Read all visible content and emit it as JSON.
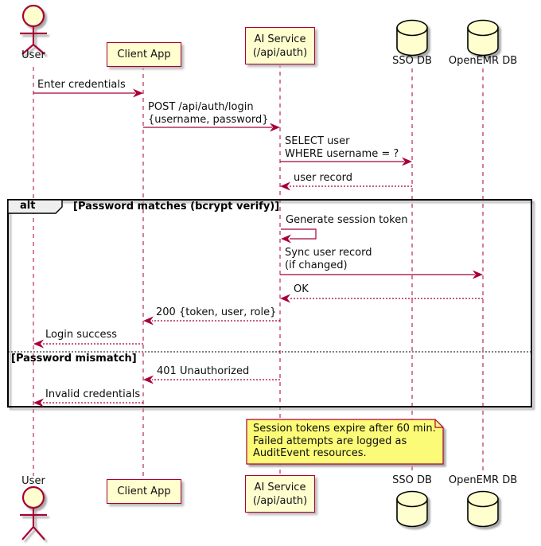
{
  "diagram_type": "uml-sequence-diagram",
  "colors": {
    "accent": "#A80036",
    "participant_fill": "#FEFECE",
    "note_fill": "#FBFB77",
    "fragment_label_fill": "#EEEEEE",
    "frame_border": "#000000"
  },
  "participants": {
    "user": {
      "label": "User",
      "type": "actor"
    },
    "client": {
      "label": "Client App",
      "type": "participant"
    },
    "ai": {
      "label": "AI Service\n(/api/auth)",
      "type": "participant"
    },
    "sso": {
      "label": "SSO DB",
      "type": "database"
    },
    "emr": {
      "label": "OpenEMR DB",
      "type": "database"
    }
  },
  "fragment": {
    "operator": "alt",
    "condition_match": "[Password matches (bcrypt verify)]",
    "condition_mismatch": "[Password mismatch]"
  },
  "messages": {
    "enter_credentials": "Enter credentials",
    "post_login": "POST /api/auth/login\n{username, password}",
    "select_user": "SELECT user\nWHERE username = ?",
    "user_record": "user record",
    "generate_token": "Generate session token",
    "sync_user": "Sync user record\n(if changed)",
    "ok": "OK",
    "response_200": "200 {token, user, role}",
    "login_success": "Login success",
    "response_401": "401 Unauthorized",
    "invalid_credentials": "Invalid credentials"
  },
  "note": {
    "text": "Session tokens expire after 60 min.\nFailed attempts are logged as\nAuditEvent resources."
  }
}
